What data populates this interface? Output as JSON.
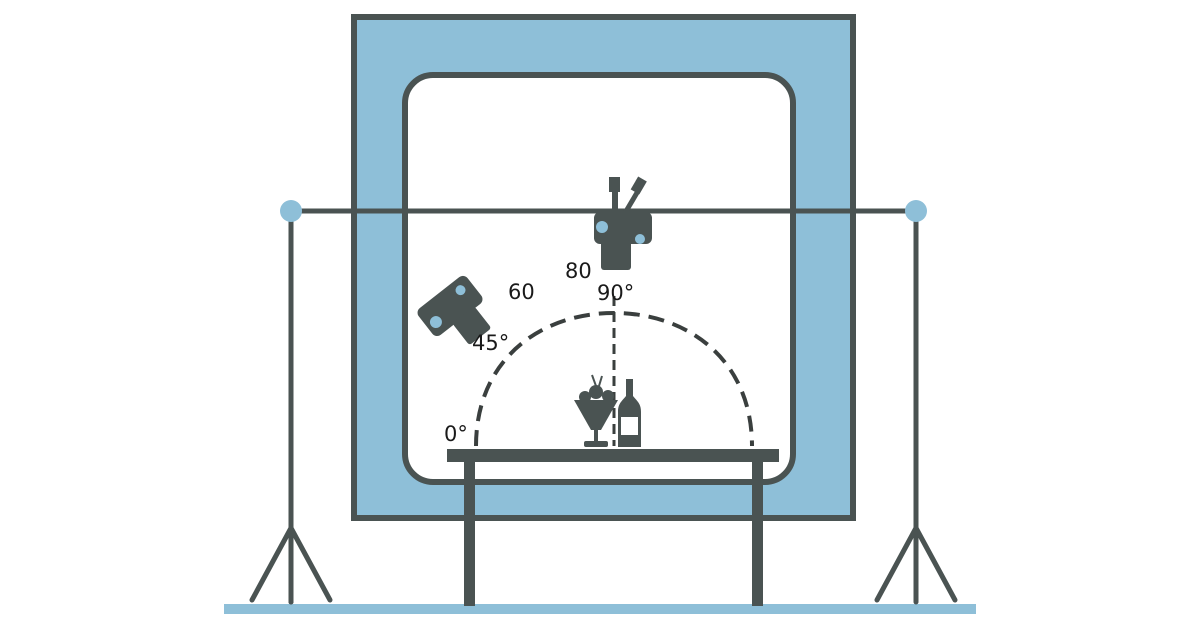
{
  "colors": {
    "frame": "#4a5352",
    "panel": "#8ebfd8",
    "floor": "#8ebfd8",
    "inner": "#ffffff",
    "dot": "#8ebfd8",
    "dash": "#3a3f3e"
  },
  "angles": {
    "a0": "0°",
    "a45": "45°",
    "a60": "60",
    "a80": "80",
    "a90": "90°"
  },
  "icons": {
    "camera_top": "camera-icon",
    "camera_side": "camera-icon",
    "dessert": "dessert-glass-icon",
    "bottle": "wine-bottle-icon"
  }
}
